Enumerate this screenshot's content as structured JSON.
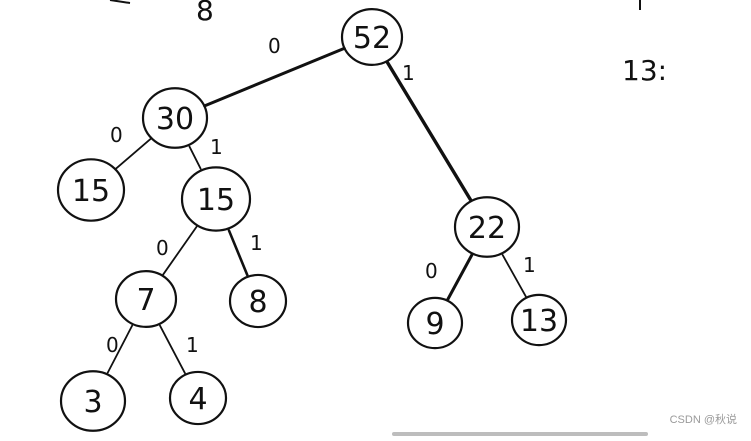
{
  "tree": {
    "nodes": [
      {
        "id": "n52",
        "label": "52"
      },
      {
        "id": "n30",
        "label": "30"
      },
      {
        "id": "n22",
        "label": "22"
      },
      {
        "id": "n15a",
        "label": "15"
      },
      {
        "id": "n15b",
        "label": "15"
      },
      {
        "id": "n9",
        "label": "9"
      },
      {
        "id": "n13",
        "label": "13"
      },
      {
        "id": "n7",
        "label": "7"
      },
      {
        "id": "n8",
        "label": "8"
      },
      {
        "id": "n3",
        "label": "3"
      },
      {
        "id": "n4",
        "label": "4"
      }
    ],
    "edges": [
      {
        "from": "n52",
        "to": "n30",
        "label": "0"
      },
      {
        "from": "n52",
        "to": "n22",
        "label": "1"
      },
      {
        "from": "n30",
        "to": "n15a",
        "label": "0"
      },
      {
        "from": "n30",
        "to": "n15b",
        "label": "1"
      },
      {
        "from": "n22",
        "to": "n9",
        "label": "0"
      },
      {
        "from": "n22",
        "to": "n13",
        "label": "1"
      },
      {
        "from": "n15b",
        "to": "n7",
        "label": "0"
      },
      {
        "from": "n15b",
        "to": "n8",
        "label": "1"
      },
      {
        "from": "n7",
        "to": "n3",
        "label": "0"
      },
      {
        "from": "n7",
        "to": "n4",
        "label": "1"
      }
    ]
  },
  "side_note": {
    "text": "13:"
  },
  "top_fragment": {
    "text": "8"
  },
  "watermark": {
    "text": "CSDN @秋说"
  },
  "colors": {
    "ink": "#111111",
    "watermark": "#9a9a9a",
    "scrollbar": "#bdbdbd"
  }
}
